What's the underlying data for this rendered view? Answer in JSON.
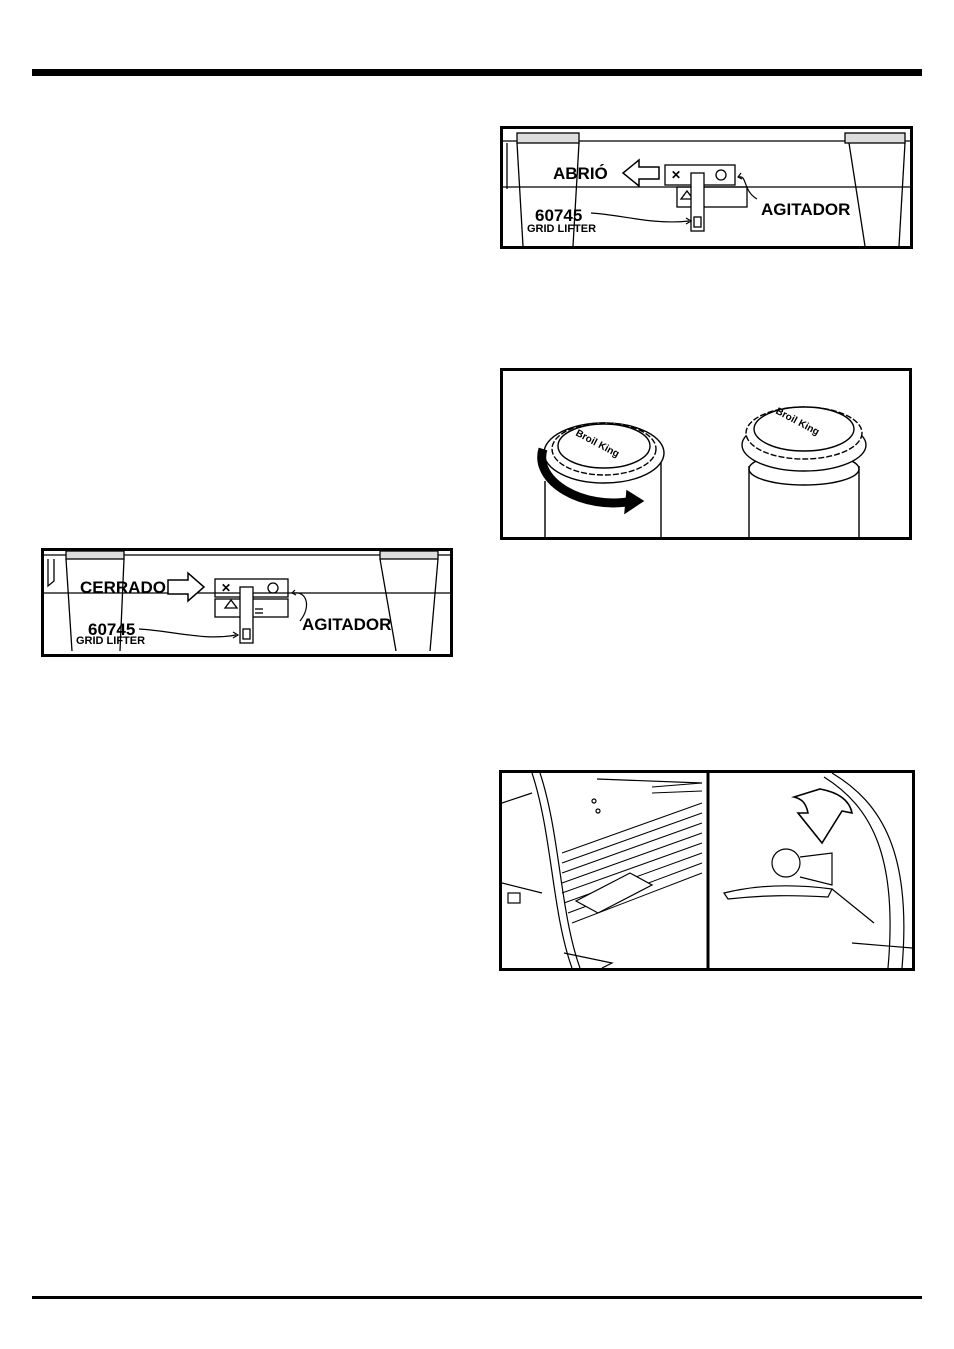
{
  "figures": {
    "closed": {
      "direction_label": "CERRADO",
      "part_number": "60745",
      "part_name": "GRID LIFTER",
      "agitator_label": "AGITADOR"
    },
    "open": {
      "direction_label": "ABRIÓ",
      "part_number": "60745",
      "part_name": "GRID LIFTER",
      "agitator_label": "AGITADOR"
    },
    "caps": {
      "brand_text_left": "Broil King",
      "brand_text_right": "Broil King"
    }
  }
}
